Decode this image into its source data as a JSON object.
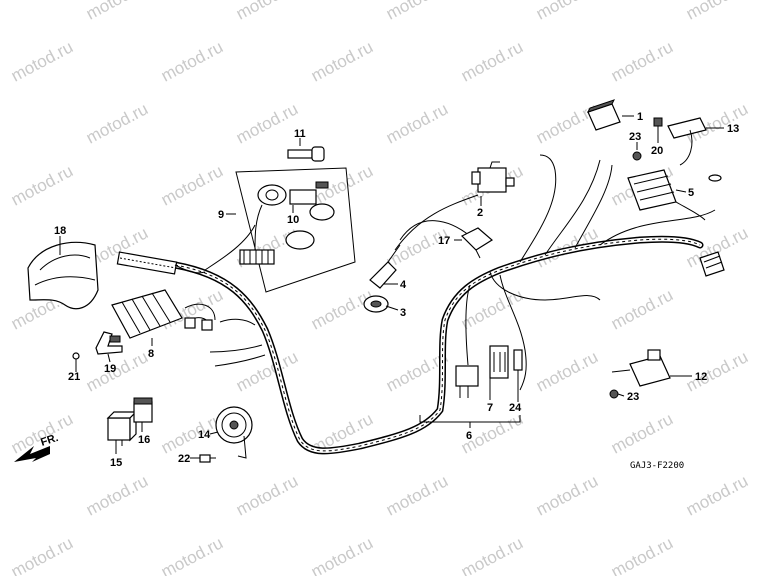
{
  "watermark": {
    "text": "motod.ru",
    "color": "#c9c9c9"
  },
  "diagram_code": "GAJ3-F2200",
  "direction_label": "FR.",
  "callouts": [
    {
      "id": "c1",
      "label": "1"
    },
    {
      "id": "c2",
      "label": "2"
    },
    {
      "id": "c3",
      "label": "3"
    },
    {
      "id": "c4",
      "label": "4"
    },
    {
      "id": "c5",
      "label": "5"
    },
    {
      "id": "c6",
      "label": "6"
    },
    {
      "id": "c7",
      "label": "7"
    },
    {
      "id": "c8",
      "label": "8"
    },
    {
      "id": "c9",
      "label": "9"
    },
    {
      "id": "c10",
      "label": "10"
    },
    {
      "id": "c11",
      "label": "11"
    },
    {
      "id": "c12",
      "label": "12"
    },
    {
      "id": "c13",
      "label": "13"
    },
    {
      "id": "c14",
      "label": "14"
    },
    {
      "id": "c15",
      "label": "15"
    },
    {
      "id": "c16",
      "label": "16"
    },
    {
      "id": "c17",
      "label": "17"
    },
    {
      "id": "c18",
      "label": "18"
    },
    {
      "id": "c19",
      "label": "19"
    },
    {
      "id": "c20",
      "label": "20"
    },
    {
      "id": "c21",
      "label": "21"
    },
    {
      "id": "c22",
      "label": "22"
    },
    {
      "id": "c23a",
      "label": "23"
    },
    {
      "id": "c23b",
      "label": "23"
    },
    {
      "id": "c24",
      "label": "24"
    }
  ]
}
